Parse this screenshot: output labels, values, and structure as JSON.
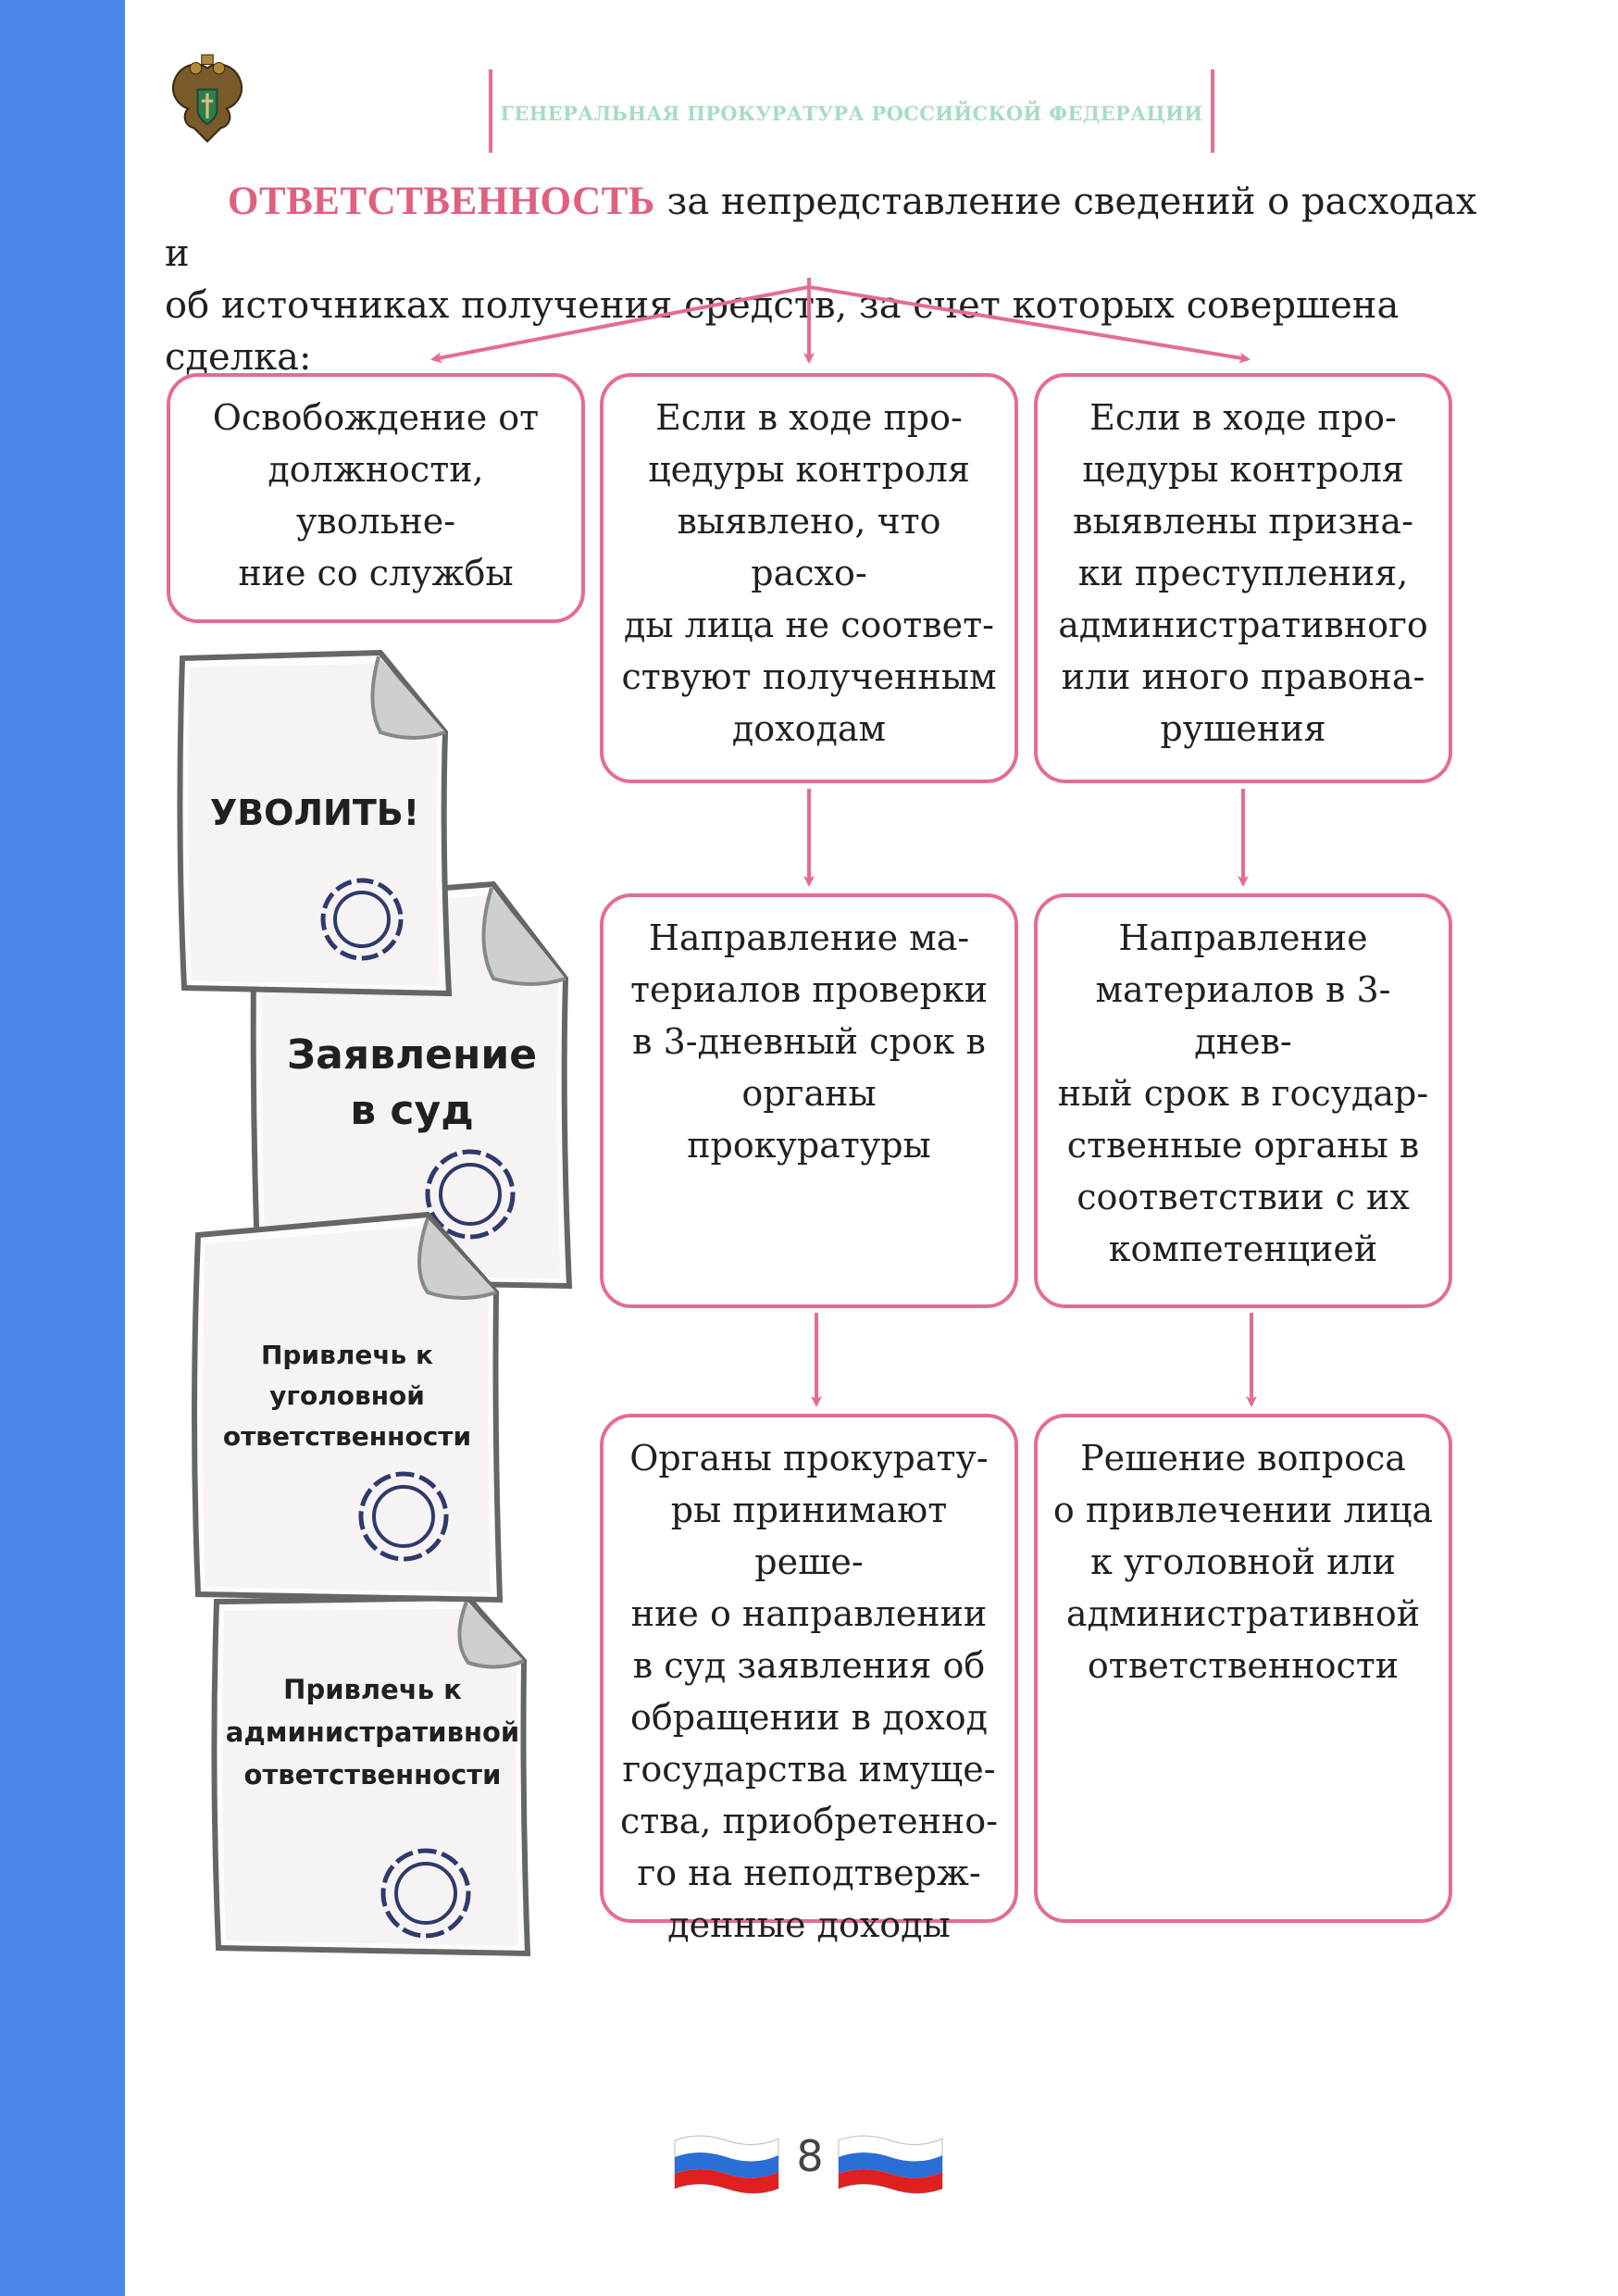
{
  "header": {
    "title": "ГЕНЕРАЛЬНАЯ ПРОКУРАТУРА РОССИЙСКОЙ ФЕДЕРАЦИИ"
  },
  "intro": {
    "keyword": "ОТВЕТСТВЕННОСТЬ",
    "line1_rest": " за непредставление сведений о расходах и",
    "line2": "об источниках получения средств, за счет которых совершена сделка:"
  },
  "boxes": [
    "Освобождение от\nдолжности, увольне-\nние со службы",
    "Если в ходе про-\nцедуры контроля\nвыявлено, что расхо-\nды лица не соответ-\nствуют полученным\nдоходам",
    "Если в ходе про-\nцедуры контроля\nвыявлены призна-\nки преступления,\nадминистративного\nили иного правона-\nрушения",
    "Направление ма-\nтериалов проверки\nв 3-дневный срок в\nорганы прокуратуры",
    "Направление\nматериалов в 3-днев-\nный срок в государ-\nственные органы в\nсоответствии с их\nкомпетенцией",
    "Органы прокурату-\nры принимают реше-\nние о направлении\nв суд заявления об\nобращении в доход\nгосударства имуще-\nства, приобретенно-\nго на неподтверж-\nденные доходы",
    "Решение вопроса\nо привлечении лица\nк уголовной или\nадминистративной\nответственности"
  ],
  "documents": [
    "УВОЛИТЬ!",
    "Заявление\nв суд",
    "Привлечь к\nуголовной\nответственности",
    "Привлечь к\nадминистративной\nответственности"
  ],
  "footer": {
    "page_number": "8"
  },
  "colors": {
    "accent": "#e46d8e",
    "sidebar": "#4a86e8",
    "header_title": "#a8dcc0",
    "stamp": "#2f3a6b"
  }
}
